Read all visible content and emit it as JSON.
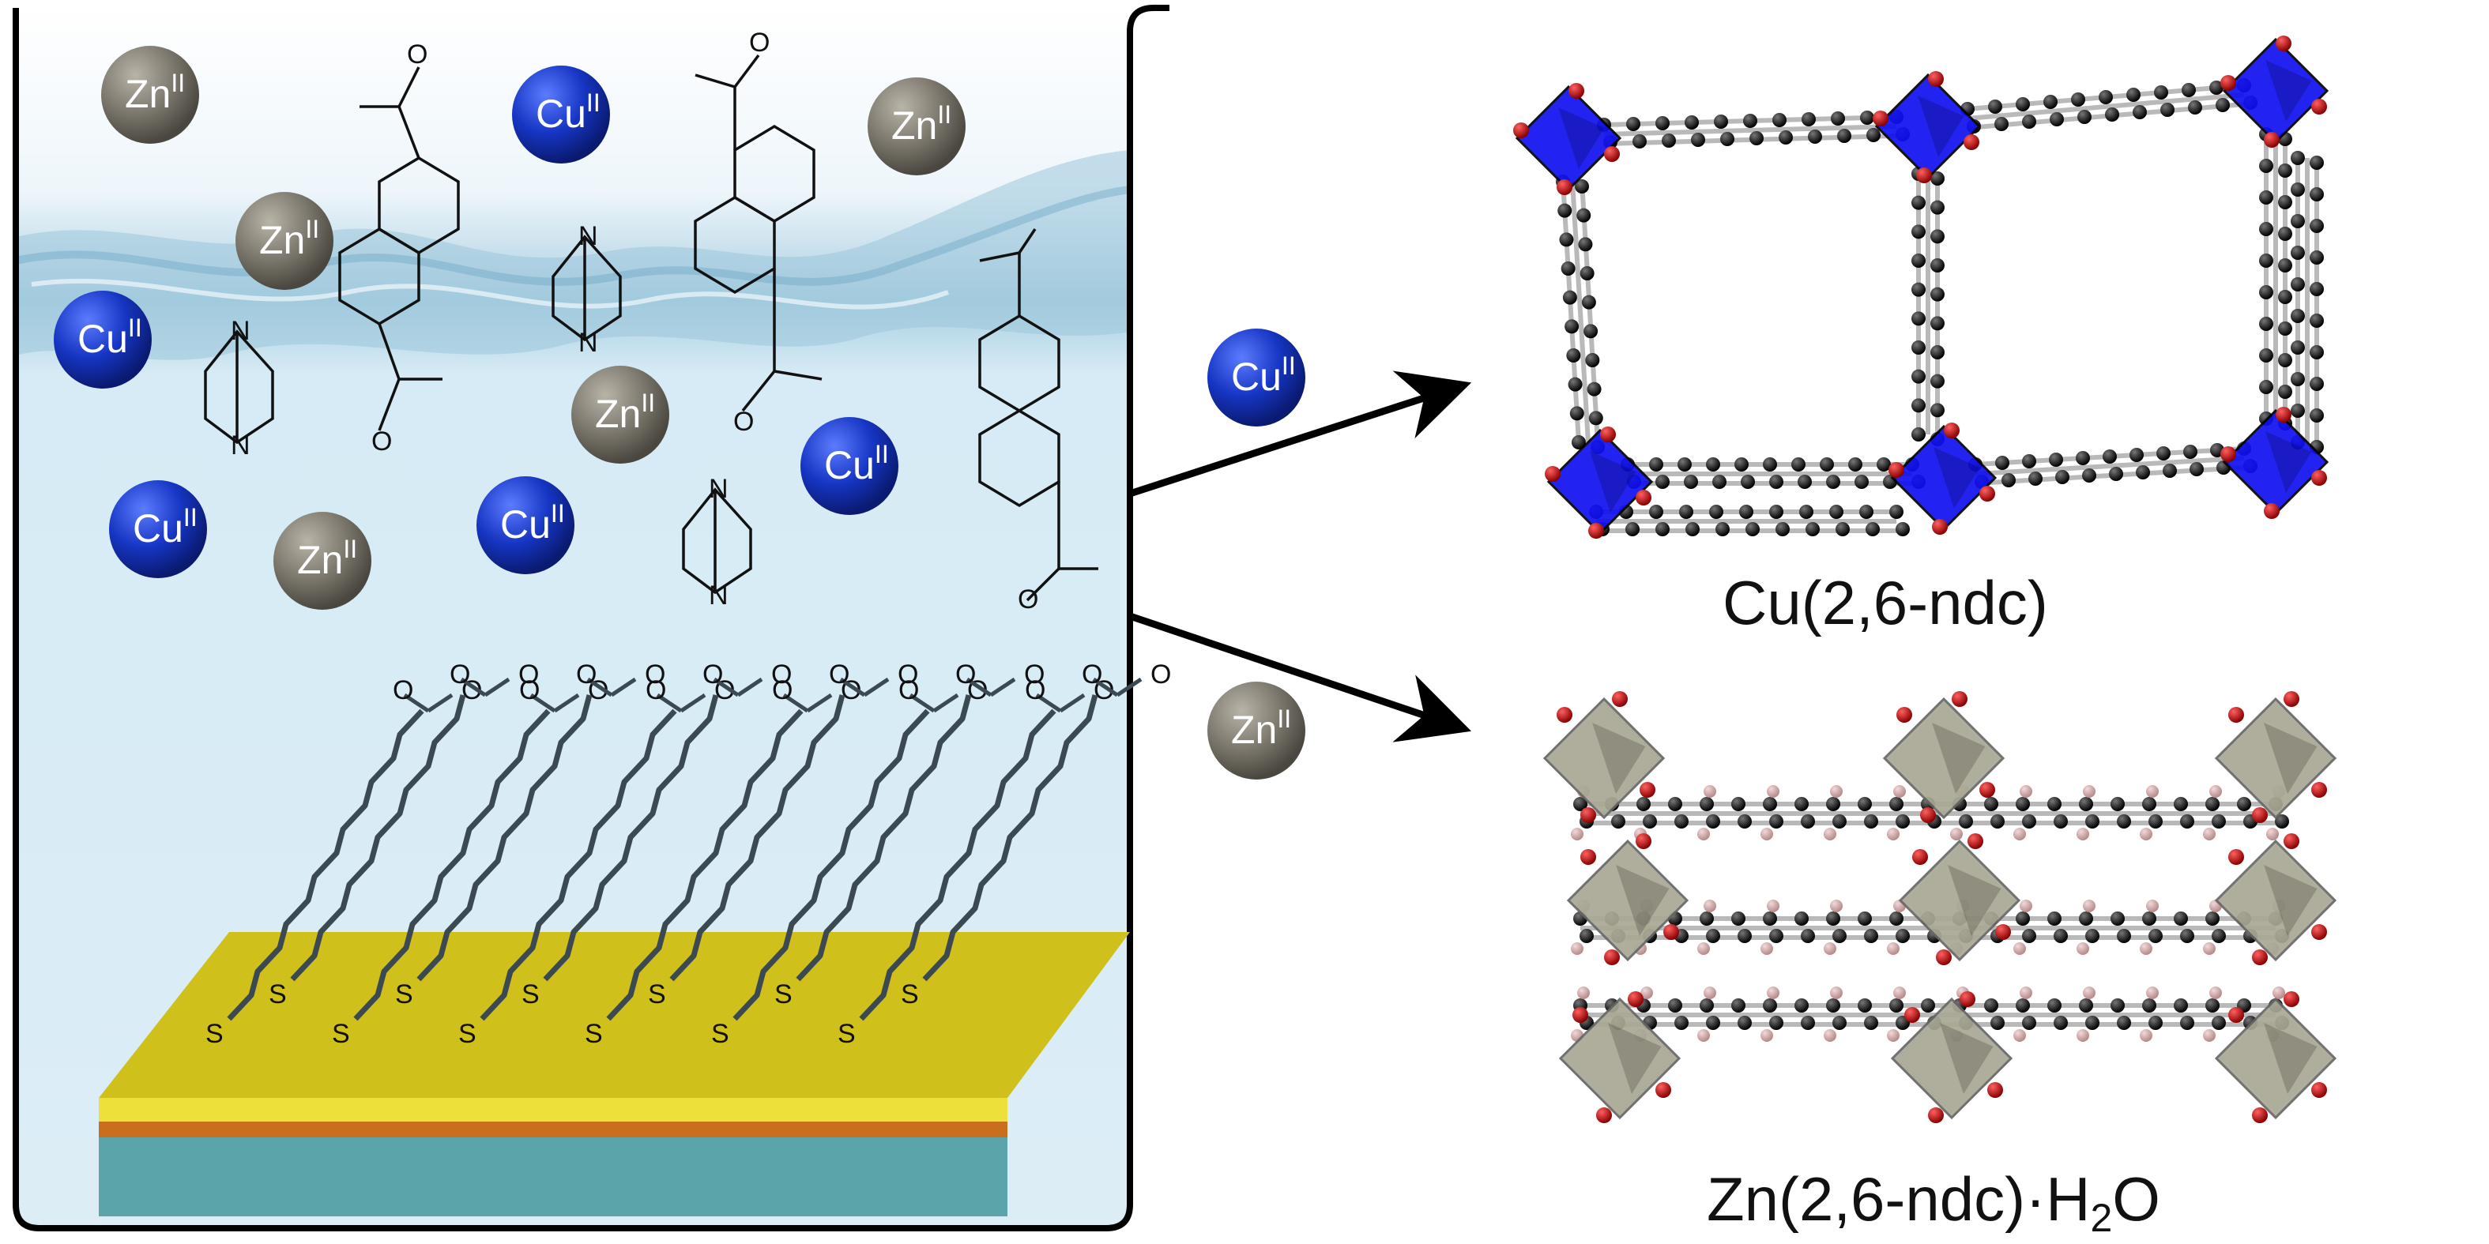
{
  "ions": {
    "zn": {
      "element": "Zn",
      "oxidation": "II",
      "color": "#7f7b70"
    },
    "cu": {
      "element": "Cu",
      "oxidation": "II",
      "color": "#1438c8"
    }
  },
  "atoms": {
    "oxygen": "O",
    "sulfur": "S",
    "nitrogen": "N",
    "charge": "-"
  },
  "structures": {
    "cu_framework": {
      "caption": "Cu(2,6-ndc)",
      "polyhedron_color": "#1010f0"
    },
    "zn_framework": {
      "caption_main": "Zn(2,6-ndc)·H",
      "caption_sub": "2",
      "caption_end": "O",
      "polyhedron_color": "#a9a894"
    }
  },
  "substrate": {
    "gold_color": "#d4c41a",
    "copper_layer_color": "#d07a1a",
    "base_color": "#5aa8ae"
  },
  "colors": {
    "water_top": "#cfe7f2",
    "water_bottom": "#dbeef7",
    "arrow": "#000000"
  }
}
